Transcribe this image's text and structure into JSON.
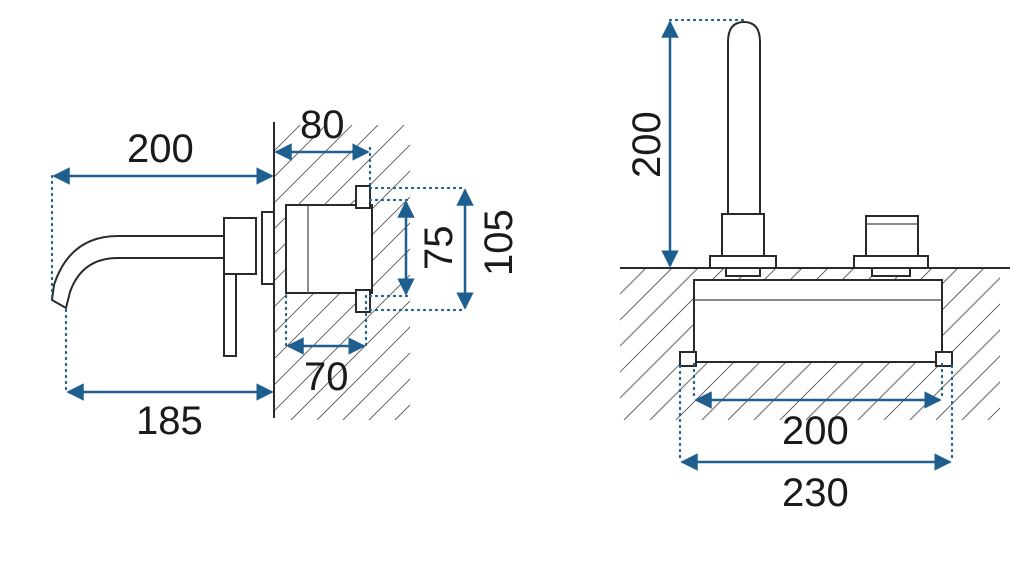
{
  "side_view": {
    "dim_total_projection": "200",
    "dim_wall_depth": "80",
    "dim_body_height_inner": "75",
    "dim_body_height_outer": "105",
    "dim_body_depth": "70",
    "dim_spout_reach": "185"
  },
  "top_view": {
    "dim_spout_height": "200",
    "dim_plate_inner_width": "200",
    "dim_plate_outer_width": "230"
  },
  "colors": {
    "dimension_lines": "#1f5f8f",
    "outline": "#2a2a2a"
  }
}
